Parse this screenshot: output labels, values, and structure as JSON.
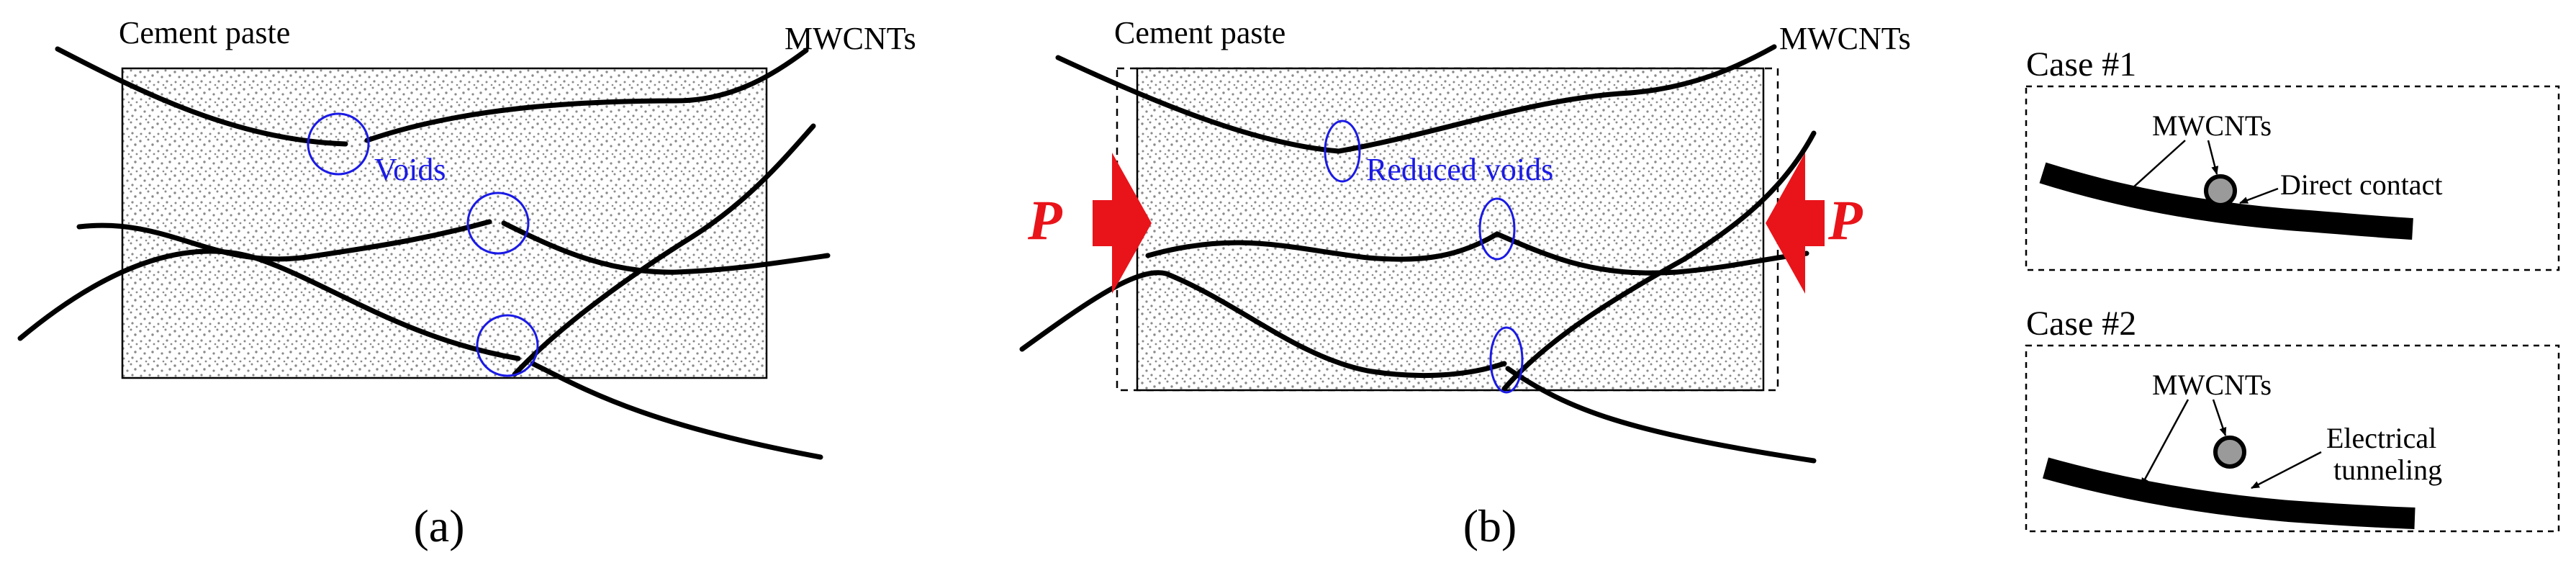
{
  "panel_a": {
    "title_left": "Cement paste",
    "title_right": "MWCNTs",
    "voids_label": "Voids",
    "caption": "(a)"
  },
  "panel_b": {
    "title_left": "Cement paste",
    "title_right": "MWCNTs",
    "voids_label": "Reduced voids",
    "force_label_left": "P",
    "force_label_right": "P",
    "caption": "(b)"
  },
  "case1": {
    "title": "Case #1",
    "mwcnts_label": "MWCNTs",
    "contact_label": "Direct contact"
  },
  "case2": {
    "title": "Case #2",
    "mwcnts_label": "MWCNTs",
    "tunneling_line1": "Electrical",
    "tunneling_line2": "tunneling"
  },
  "colors": {
    "void_outline": "#1a1ae6",
    "force_arrow": "#e8141a",
    "fiber": "#000000",
    "speckle": "#9a9a9a"
  }
}
